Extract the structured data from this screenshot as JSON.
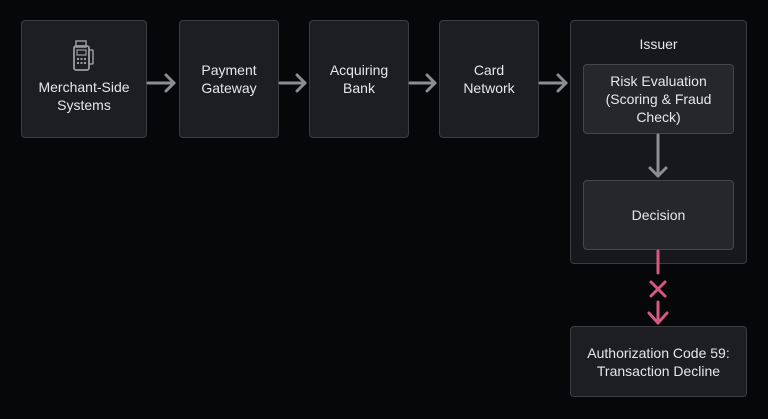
{
  "nodes": {
    "merchant": {
      "label_line1": "Merchant-Side",
      "label_line2": "Systems",
      "icon": "pos-terminal-icon"
    },
    "gateway": {
      "label_line1": "Payment",
      "label_line2": "Gateway"
    },
    "acquirer": {
      "label_line1": "Acquiring",
      "label_line2": "Bank"
    },
    "network": {
      "label_line1": "Card",
      "label_line2": "Network"
    },
    "issuer": {
      "title": "Issuer"
    },
    "risk": {
      "label_line1": "Risk Evaluation",
      "label_line2": "(Scoring & Fraud",
      "label_line3": "Check)"
    },
    "decision": {
      "label": "Decision"
    },
    "result": {
      "label_line1": "Authorization Code 59:",
      "label_line2": "Transaction Decline"
    }
  },
  "colors": {
    "arrow": "#8b8e93",
    "decline": "#d6587f",
    "background": "#060709"
  }
}
